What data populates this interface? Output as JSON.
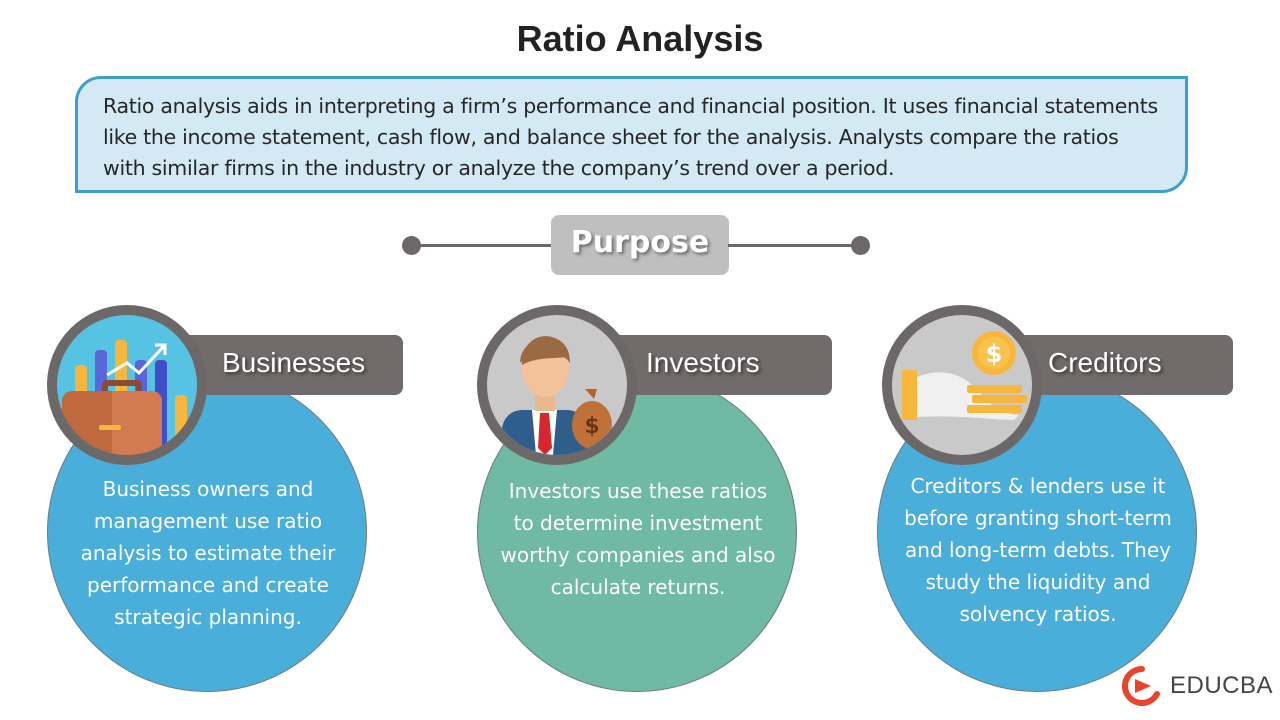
{
  "title": "Ratio Analysis",
  "intro": "Ratio analysis aids in interpreting a firm’s performance and financial position. It uses financial statements like the income statement, cash flow, and balance sheet for the analysis. Analysts compare the ratios with similar firms in the industry or analyze the company’s trend over a period.",
  "purpose_label": "Purpose",
  "cards": [
    {
      "label": "Businesses",
      "icon": "briefcase-chart-icon",
      "color": "#4aaedb",
      "text": "Business owners and management use ratio analysis to estimate their performance and create strategic planning."
    },
    {
      "label": "Investors",
      "icon": "investor-moneybag-icon",
      "color": "#70b9a3",
      "text": "Investors use these ratios to determine investment worthy companies and also calculate returns."
    },
    {
      "label": "Creditors",
      "icon": "hand-coins-icon",
      "color": "#4aaedb",
      "text": "Creditors & lenders use it before granting short-term and long-term debts. They study the liquidity and solvency ratios."
    }
  ],
  "brand": {
    "name": "EDUCBA",
    "color": "#e8452c"
  }
}
